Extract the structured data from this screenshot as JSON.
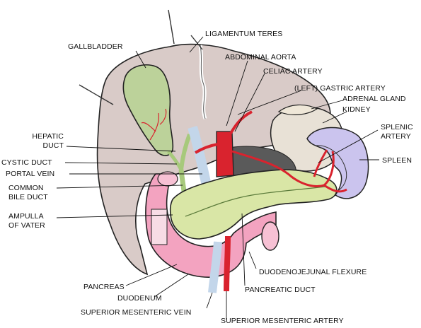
{
  "labels": {
    "gallbladder": "GALLBLADDER",
    "ligamentum_teres": "LIGAMENTUM TERES",
    "abdominal_aorta": "ABDOMINAL AORTA",
    "celiac_artery": "CELIAC ARTERY",
    "left_gastric_artery": "(LEFT) GASTRIC ARTERY",
    "adrenal_gland": "ADRENAL GLAND",
    "kidney": "KIDNEY",
    "hepatic_duct": "HEPATIC\nDUCT",
    "splenic_artery": "SPLENIC\nARTERY",
    "spleen": "SPLEEN",
    "cystic_duct": "CYSTIC DUCT",
    "portal_vein": "PORTAL VEIN",
    "common_bile_duct": "COMMON\nBILE DUCT",
    "ampulla_of_vater": "AMPULLA\nOF VATER",
    "duodenojejunal_flexure": "DUODENOJEJUNAL FLEXURE",
    "pancreas": "PANCREAS",
    "duodenum": "DUODENUM",
    "pancreatic_duct": "PANCREATIC DUCT",
    "superior_mesenteric_vein": "SUPERIOR MESENTERIC VEIN",
    "superior_mesenteric_artery": "SUPERIOR MESENTERIC ARTERY"
  },
  "colors": {
    "liver": "#d9cbc8",
    "gallbladder": "#bcd29a",
    "pancreas": "#d9e6a6",
    "duodenum": "#f3a3c0",
    "artery": "#d9232e",
    "vein": "#c3d6ea",
    "kidney": "#e8e1d6",
    "spleen": "#cbc4ee",
    "outline": "#222222"
  }
}
